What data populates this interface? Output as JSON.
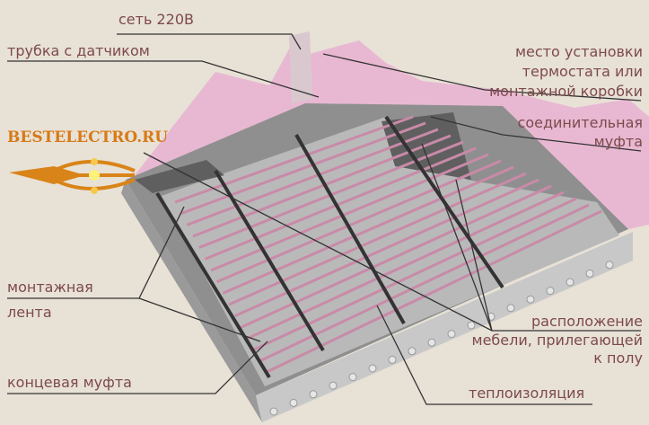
{
  "logo": {
    "text": "BESTELECTRO.RU",
    "color": "#d77a16"
  },
  "labels": {
    "mains": "сеть 220В",
    "sensor_tube": "трубка с датчиком",
    "thermostat_1": "место установки",
    "thermostat_2": "термостата или",
    "thermostat_3": "монтажной коробки",
    "coupling_1": "соединительная",
    "coupling_2": "муфта",
    "tape_1": "монтажная",
    "tape_2": "лента",
    "end_coupling": "концевая муфта",
    "furniture_1": "расположение",
    "furniture_2": "мебели, прилегающей",
    "furniture_3": "к полу",
    "insulation": "теплоизоляция"
  },
  "colors": {
    "text": "#7d4a4c",
    "background": "#e8e1d6",
    "wall": "#e8b8d2",
    "cable": "#c98aa8"
  }
}
